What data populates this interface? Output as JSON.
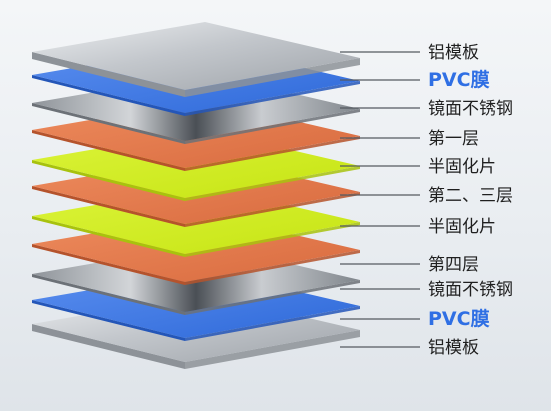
{
  "layers": [
    {
      "label": "铝模板",
      "kind": "aluminum",
      "color": "#c9ccd1"
    },
    {
      "label": "PVC膜",
      "kind": "pvc",
      "color": "#3e7be0"
    },
    {
      "label": "镜面不锈钢",
      "kind": "steel",
      "color": "#9aa0a6"
    },
    {
      "label": "第一层",
      "kind": "copper",
      "color": "#e07a4f"
    },
    {
      "label": "半固化片",
      "kind": "prepreg",
      "color": "#d4ee1e"
    },
    {
      "label": "第二、三层",
      "kind": "copper",
      "color": "#e07a4f"
    },
    {
      "label": "半固化片",
      "kind": "prepreg",
      "color": "#d4ee1e"
    },
    {
      "label": "第四层",
      "kind": "copper",
      "color": "#e07a4f"
    },
    {
      "label": "镜面不锈钢",
      "kind": "steel",
      "color": "#9aa0a6"
    },
    {
      "label": "PVC膜",
      "kind": "pvc",
      "color": "#3e7be0"
    },
    {
      "label": "铝模板",
      "kind": "aluminum",
      "color": "#c9ccd1"
    }
  ],
  "colors": {
    "leader_line": "#555a60",
    "pvc_text": "#2f6fe4",
    "text": "#1f1f1f"
  }
}
